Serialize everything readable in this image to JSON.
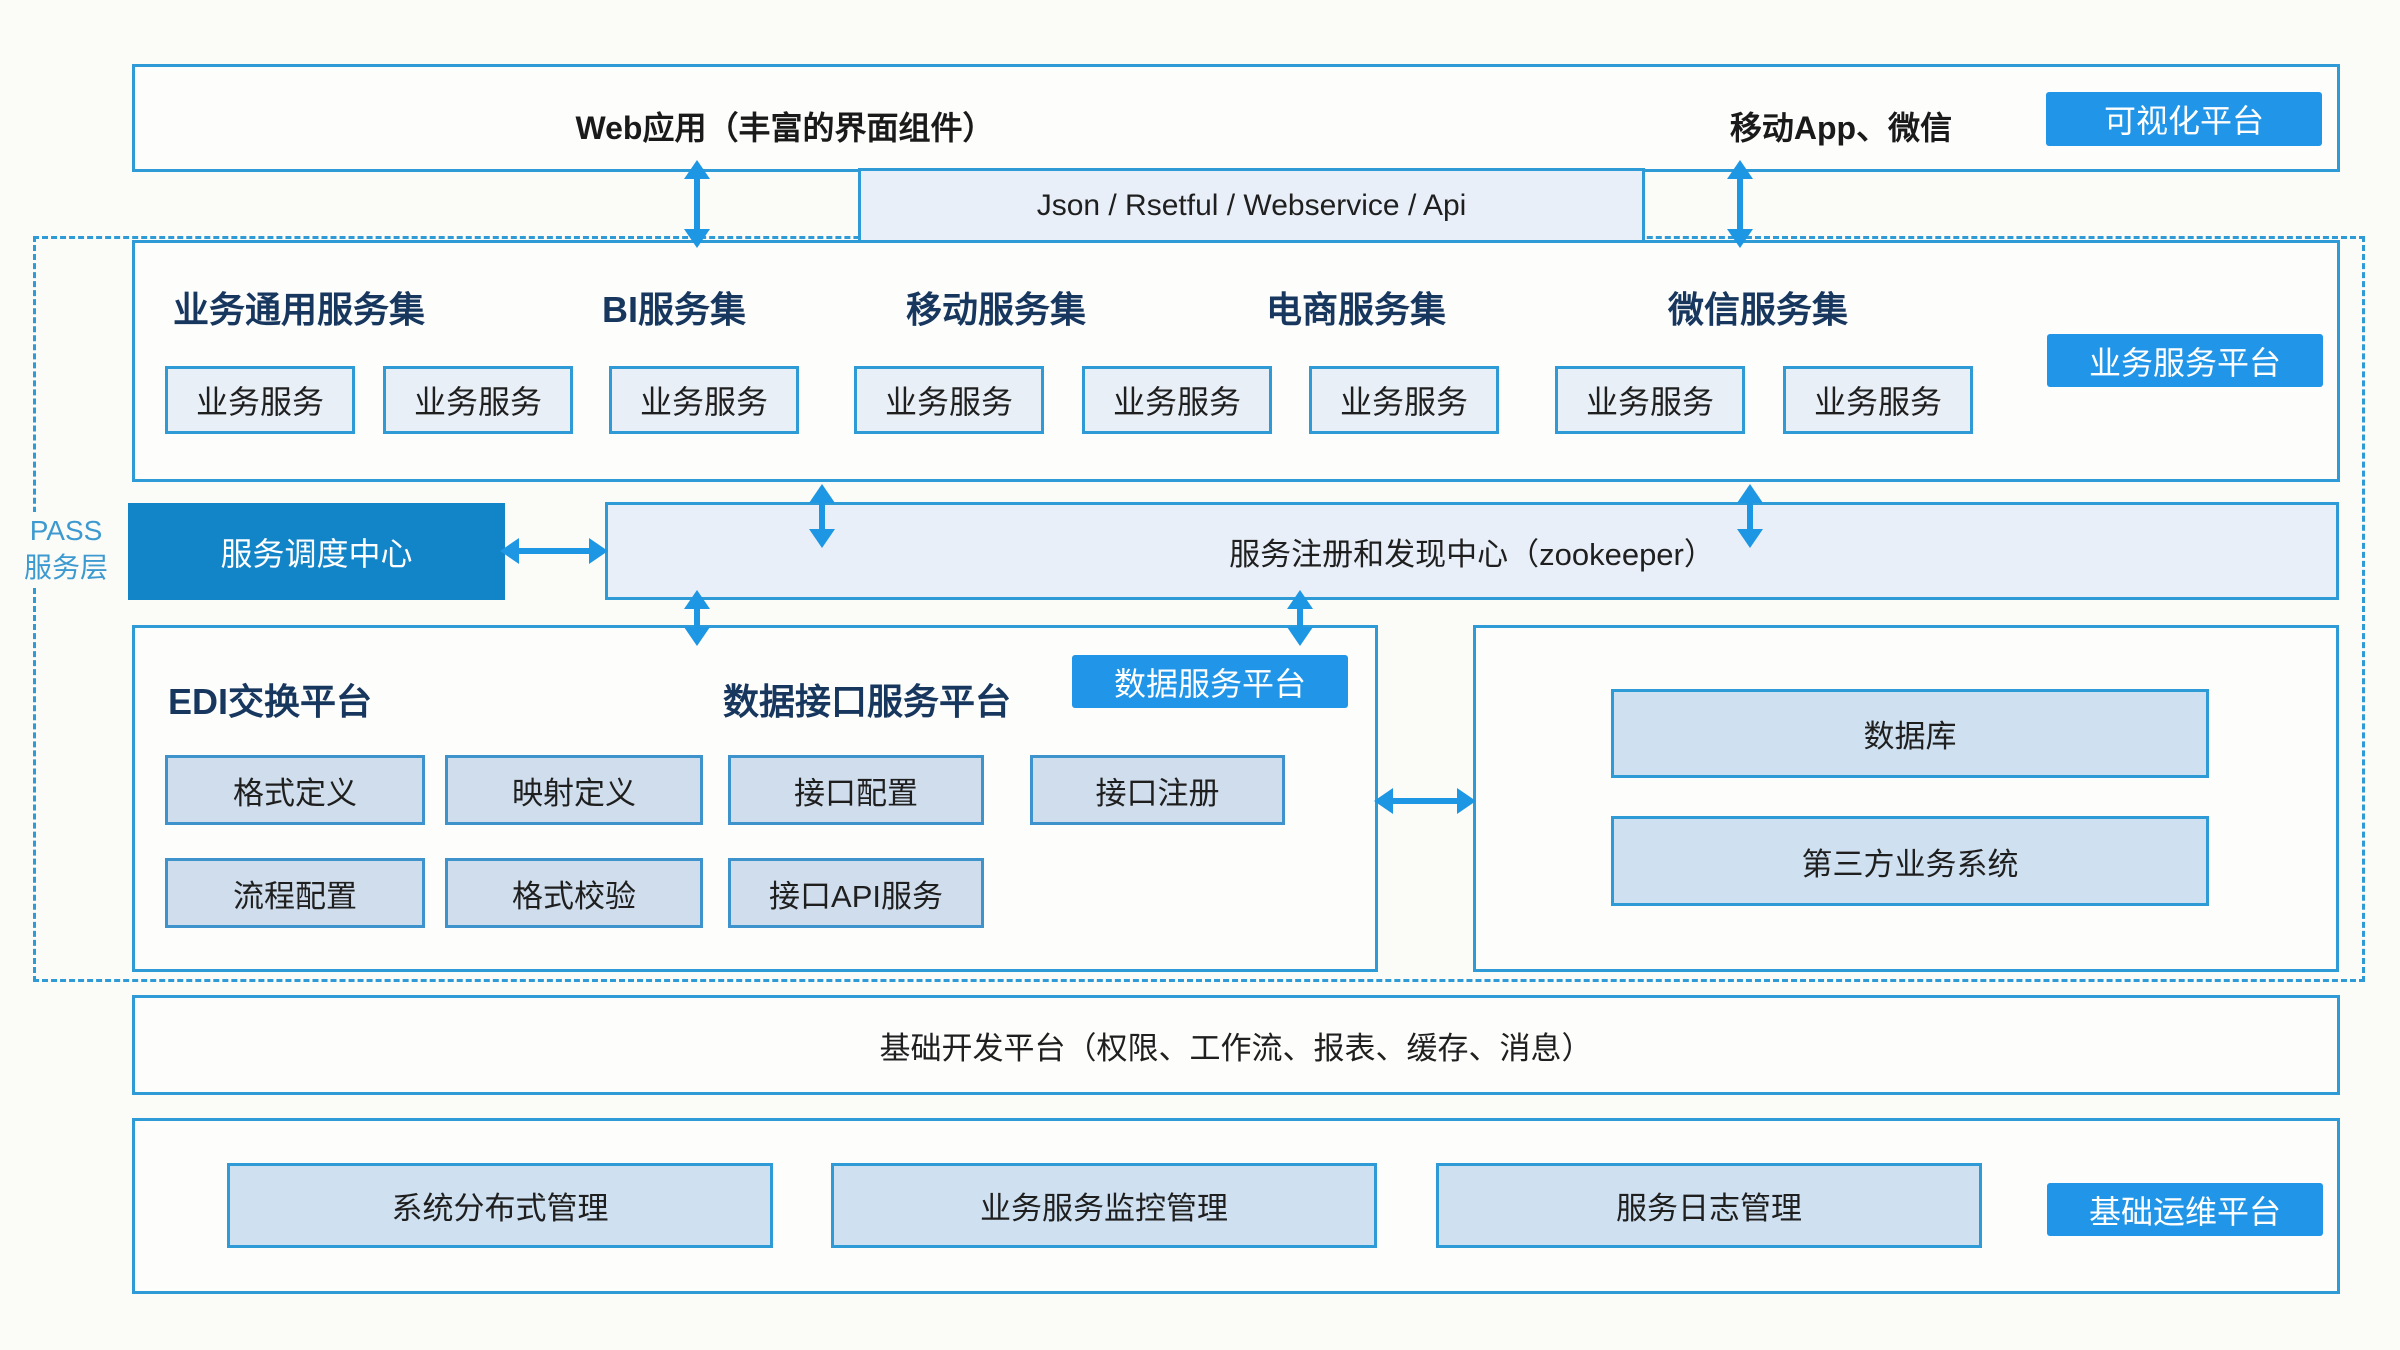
{
  "colors": {
    "accent_blue": "#2196e8",
    "box_border": "#2e9bd6",
    "dispatch_fill": "#1285c8",
    "arrow_blue": "#1d97e3",
    "header_navy": "#17375e",
    "light_fill": "#e9eff8",
    "panel_fill": "#cfdded"
  },
  "top_layer": {
    "web_label": "Web应用（丰富的界面组件）",
    "mobile_label": "移动App、微信",
    "viz_badge": "可视化平台"
  },
  "api_bar": {
    "label": "Json / Rsetful / Webservice / Api"
  },
  "pass_layer": {
    "line1": "PASS",
    "line2": "服务层"
  },
  "business_platform": {
    "badge": "业务服务平台",
    "groups": [
      {
        "title": "业务通用服务集",
        "services": [
          "业务服务",
          "业务服务"
        ]
      },
      {
        "title": "BI服务集",
        "services": [
          "业务服务"
        ]
      },
      {
        "title": "移动服务集",
        "services": [
          "业务服务",
          "业务服务"
        ]
      },
      {
        "title": "电商服务集",
        "services": [
          "业务服务"
        ]
      },
      {
        "title": "微信服务集",
        "services": [
          "业务服务",
          "业务服务"
        ]
      }
    ]
  },
  "service_layer": {
    "dispatch": "服务调度中心",
    "registry": "服务注册和发现中心（zookeeper）"
  },
  "data_platform": {
    "edi_title": "EDI交换平台",
    "interface_title": "数据接口服务平台",
    "badge": "数据服务平台",
    "row1": [
      "格式定义",
      "映射定义",
      "接口配置",
      "接口注册"
    ],
    "row2": [
      "流程配置",
      "格式校验",
      "接口API服务"
    ]
  },
  "external_systems": {
    "items": [
      "数据库",
      "第三方业务系统"
    ]
  },
  "dev_platform": {
    "label": "基础开发平台（权限、工作流、报表、缓存、消息）"
  },
  "ops_platform": {
    "badge": "基础运维平台",
    "items": [
      "系统分布式管理",
      "业务服务监控管理",
      "服务日志管理"
    ]
  }
}
